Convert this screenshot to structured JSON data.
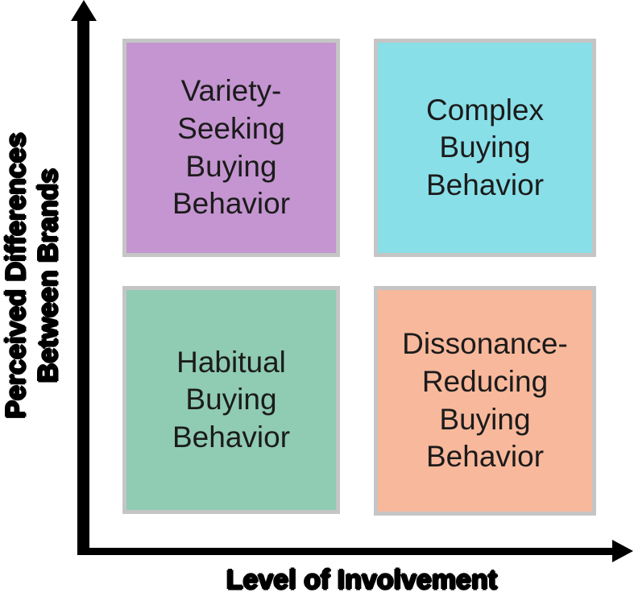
{
  "figure": {
    "type": "2x2-matrix",
    "description_visible": false
  },
  "axes": {
    "x": {
      "label": "Level of Involvement",
      "arrow_direction": "right"
    },
    "y": {
      "label": "Perceived Differences\nBetween Brands",
      "arrow_direction": "up"
    }
  },
  "quadrants": [
    {
      "position": "top-left",
      "label": "Variety-\nSeeking\nBuying\nBehavior",
      "color": "#C495D0"
    },
    {
      "position": "top-right",
      "label": "Complex\nBuying\nBehavior",
      "color": "#89DFE8"
    },
    {
      "position": "bottom-left",
      "label": "Habitual\nBuying\nBehavior",
      "color": "#90CBB4"
    },
    {
      "position": "bottom-right",
      "label": "Dissonance-\nReducing\nBuying\nBehavior",
      "color": "#F8B89B"
    }
  ],
  "colors": {
    "axis": "#000000",
    "box_border": "#C5C5C5",
    "box_text": "#1B1B1B",
    "background": "#FFFFFF"
  }
}
